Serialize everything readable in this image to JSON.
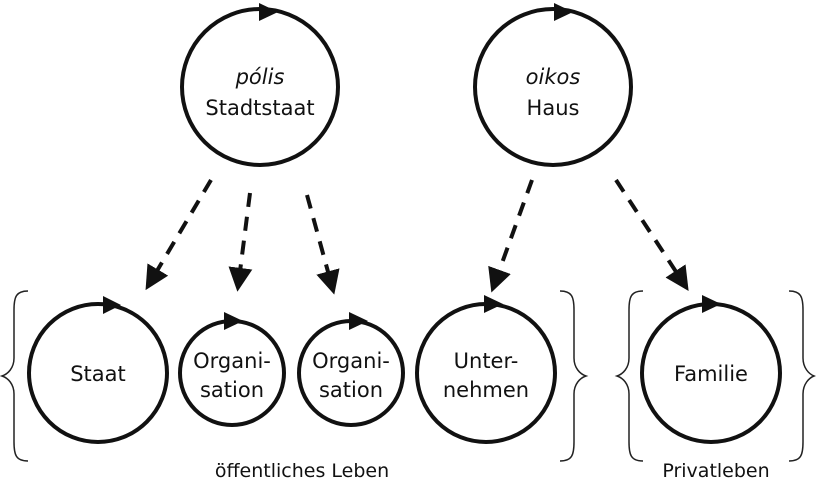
{
  "nodes": {
    "polis": {
      "line1": "pólis",
      "line2": "Stadtstaat"
    },
    "oikos": {
      "line1": "oikos",
      "line2": "Haus"
    },
    "staat": {
      "line1": "Staat"
    },
    "org1": {
      "line1": "Organi-",
      "line2": "sation"
    },
    "org2": {
      "line1": "Organi-",
      "line2": "sation"
    },
    "unternehmen": {
      "line1": "Unter-",
      "line2": "nehmen"
    },
    "familie": {
      "line1": "Familie"
    }
  },
  "groups": {
    "public": {
      "label": "öffentliches Leben"
    },
    "private": {
      "label": "Privatleben"
    }
  },
  "colors": {
    "stroke": "#111111",
    "background": "#ffffff"
  }
}
